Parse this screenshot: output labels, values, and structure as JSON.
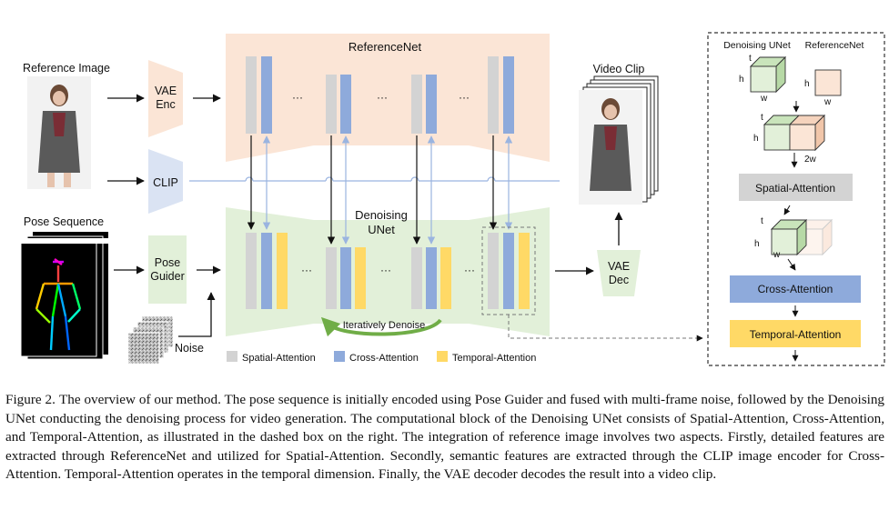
{
  "figure": {
    "reference_image_label": "Reference Image",
    "pose_sequence_label": "Pose Sequence",
    "vae_enc": [
      "VAE",
      "Enc"
    ],
    "clip_label": "CLIP",
    "pose_guider": [
      "Pose",
      "Guider"
    ],
    "noise_label": "Noise",
    "referencenet_label": "ReferenceNet",
    "denoising_unet": [
      "Denoising",
      "UNet"
    ],
    "iteratively_denoise": "Iteratively Denoise",
    "video_clip_label": "Video Clip",
    "vae_dec": [
      "VAE",
      "Dec"
    ],
    "ellipsis": "···",
    "legend": [
      {
        "label": "Spatial-Attention",
        "color": "#d3d3d3"
      },
      {
        "label": "Cross-Attention",
        "color": "#8eaadb"
      },
      {
        "label": "Temporal-Attention",
        "color": "#ffd966"
      }
    ],
    "detail_box": {
      "denoising_unet_label": "Denoising UNet",
      "referencenet_label": "ReferenceNet",
      "dim_t": "t",
      "dim_h": "h",
      "dim_w": "w",
      "dim_2w": "2w",
      "spatial_attention": "Spatial-Attention",
      "cross_attention": "Cross-Attention",
      "temporal_attention": "Temporal-Attention"
    },
    "colors": {
      "referencenet_bg": "#fbe5d6",
      "unet_bg": "#e2f0d9",
      "vae_enc": "#fbe5d6",
      "clip": "#dae3f3",
      "pose_guider": "#e2f0d9",
      "vae_dec": "#e2f0d9",
      "spatial": "#d3d3d3",
      "cross": "#8eaadb",
      "temporal": "#ffd966",
      "arrow_green": "#70ad47"
    }
  },
  "caption": {
    "label": "Figure 2.",
    "text": "The overview of our method. The pose sequence is initially encoded using Pose Guider and fused with multi-frame noise, followed by the Denoising UNet conducting the denoising process for video generation. The computational block of the Denoising UNet consists of Spatial-Attention, Cross-Attention, and Temporal-Attention, as illustrated in the dashed box on the right. The integration of reference image involves two aspects. Firstly, detailed features are extracted through ReferenceNet and utilized for Spatial-Attention. Secondly, semantic features are extracted through the CLIP image encoder for Cross-Attention. Temporal-Attention operates in the temporal dimension. Finally, the VAE decoder decodes the result into a video clip."
  }
}
